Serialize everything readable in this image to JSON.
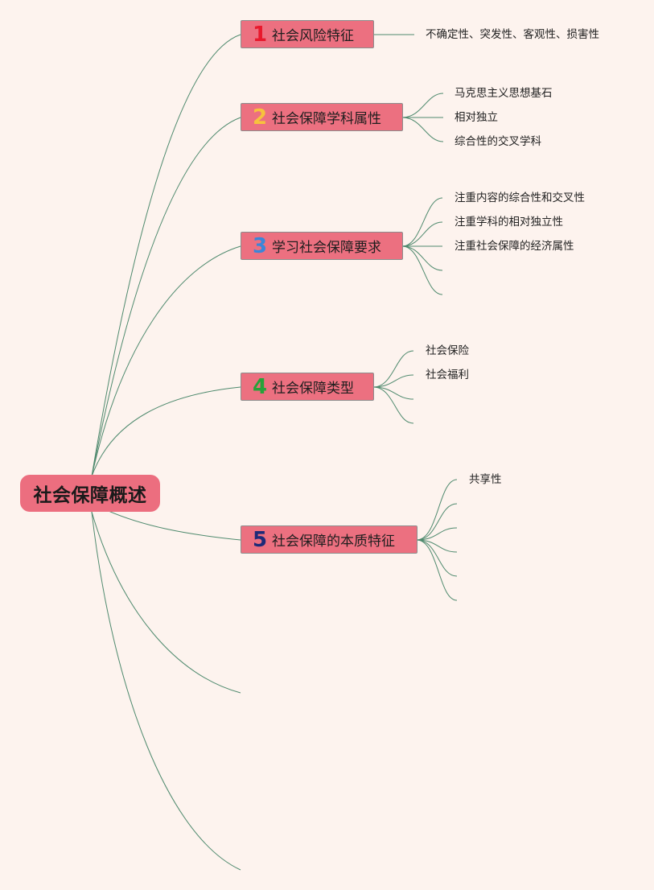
{
  "root": {
    "label": "社会保障概述"
  },
  "branches": [
    {
      "number": "1",
      "number_color": "#e8192c",
      "label": "社会风险特征",
      "leaves": [
        "不确定性、突发性、客观性、损害性"
      ]
    },
    {
      "number": "2",
      "number_color": "#f7c23d",
      "label": "社会保障学科属性",
      "leaves": [
        "马克思主义思想基石",
        "相对独立",
        "综合性的交叉学科"
      ]
    },
    {
      "number": "3",
      "number_color": "#3b86d8",
      "label": "学习社会保障要求",
      "leaves": [
        "注重内容的综合性和交叉性",
        "注重学科的相对独立性",
        "注重社会保障的经济属性",
        "",
        ""
      ]
    },
    {
      "number": "4",
      "number_color": "#27a23a",
      "label": "社会保障类型",
      "leaves": [
        "社会保险",
        "社会福利",
        "",
        ""
      ]
    },
    {
      "number": "5",
      "number_color": "#1e2a78",
      "label": "社会保障的本质特征",
      "leaves": [
        "共享性",
        "",
        "",
        "",
        "",
        ""
      ]
    }
  ],
  "colors": {
    "background": "#fdf3ee",
    "node_fill": "#ec7080",
    "connector": "#4f8a6e"
  }
}
